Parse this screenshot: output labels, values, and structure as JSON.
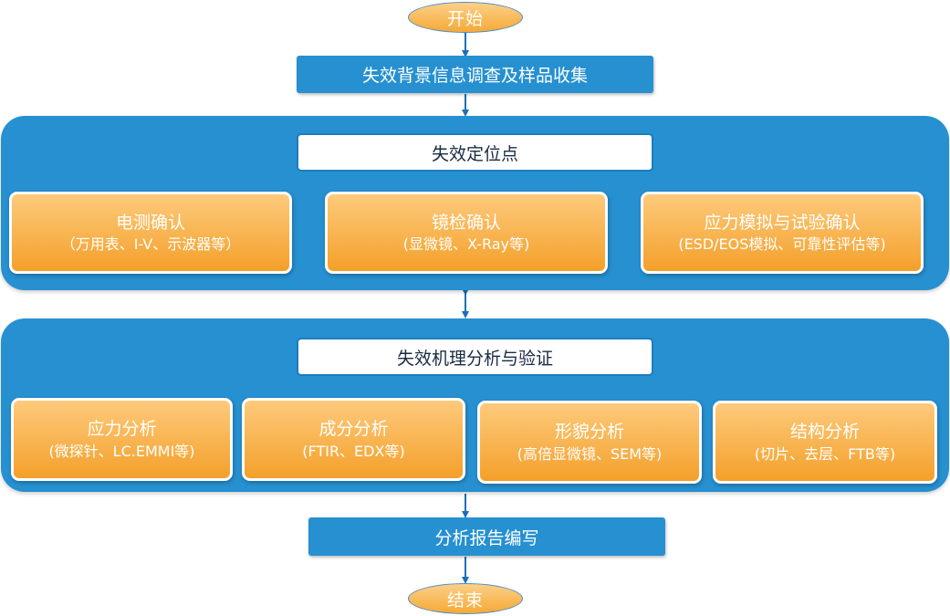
{
  "start": "开始",
  "step1": "失效背景信息调查及样品收集",
  "section1": {
    "title": "失效定位点",
    "cards": [
      {
        "title": "电测确认",
        "sub": "（万用表、I-V、示波器等）"
      },
      {
        "title": "镜检确认",
        "sub": "(显微镜、X-Ray等)"
      },
      {
        "title": "应力模拟与试验确认",
        "sub": "(ESD/EOS模拟、可靠性评估等)"
      }
    ]
  },
  "section2": {
    "title": "失效机理分析与验证",
    "cards": [
      {
        "title": "应力分析",
        "sub": "(微探针、LC.EMMI等)"
      },
      {
        "title": "成分分析",
        "sub": "(FTIR、EDX等)"
      },
      {
        "title": "形貌分析",
        "sub": "(高倍显微镜、SEM等)"
      },
      {
        "title": "结构分析",
        "sub": "(切片、去层、FTB等)"
      }
    ]
  },
  "step_final": "分析报告编写",
  "end": "结束",
  "colors": {
    "blue": "#2690d0",
    "orange": "#f6a935",
    "arrow": "#1c6fb8"
  }
}
